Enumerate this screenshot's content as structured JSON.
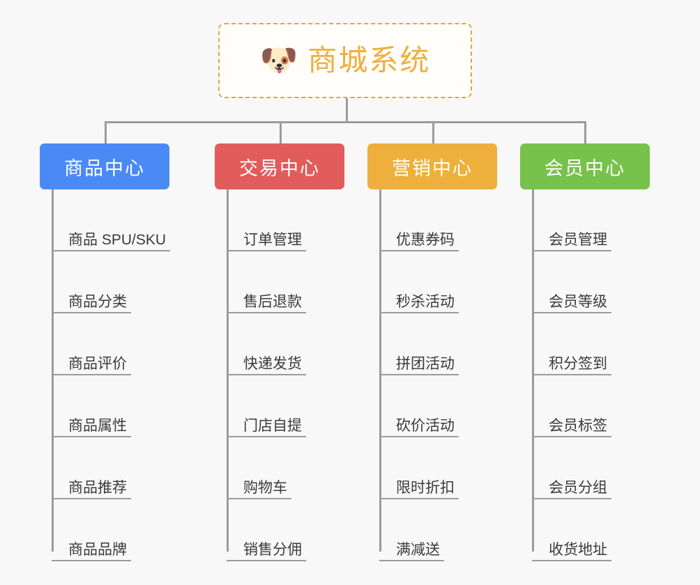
{
  "page": {
    "background_color": "#f8f8f8",
    "connector_color": "#9b9b9b"
  },
  "root": {
    "icon": "shiba-dog-face-emoji",
    "emoji": "🐶",
    "title": "商城系统",
    "text_color": "#efaf3e",
    "border_color": "#e8a33d"
  },
  "columns": [
    {
      "header": "商品中心",
      "color": "#4a8af4",
      "items": [
        "商品 SPU/SKU",
        "商品分类",
        "商品评价",
        "商品属性",
        "商品推荐",
        "商品品牌"
      ]
    },
    {
      "header": "交易中心",
      "color": "#e25c5c",
      "items": [
        "订单管理",
        "售后退款",
        "快递发货",
        "门店自提",
        "购物车",
        "销售分佣"
      ]
    },
    {
      "header": "营销中心",
      "color": "#eeaf3c",
      "items": [
        "优惠券码",
        "秒杀活动",
        "拼团活动",
        "砍价活动",
        "限时折扣",
        "满减送"
      ]
    },
    {
      "header": "会员中心",
      "color": "#77c24a",
      "items": [
        "会员管理",
        "会员等级",
        "积分签到",
        "会员标签",
        "会员分组",
        "收货地址"
      ]
    }
  ]
}
